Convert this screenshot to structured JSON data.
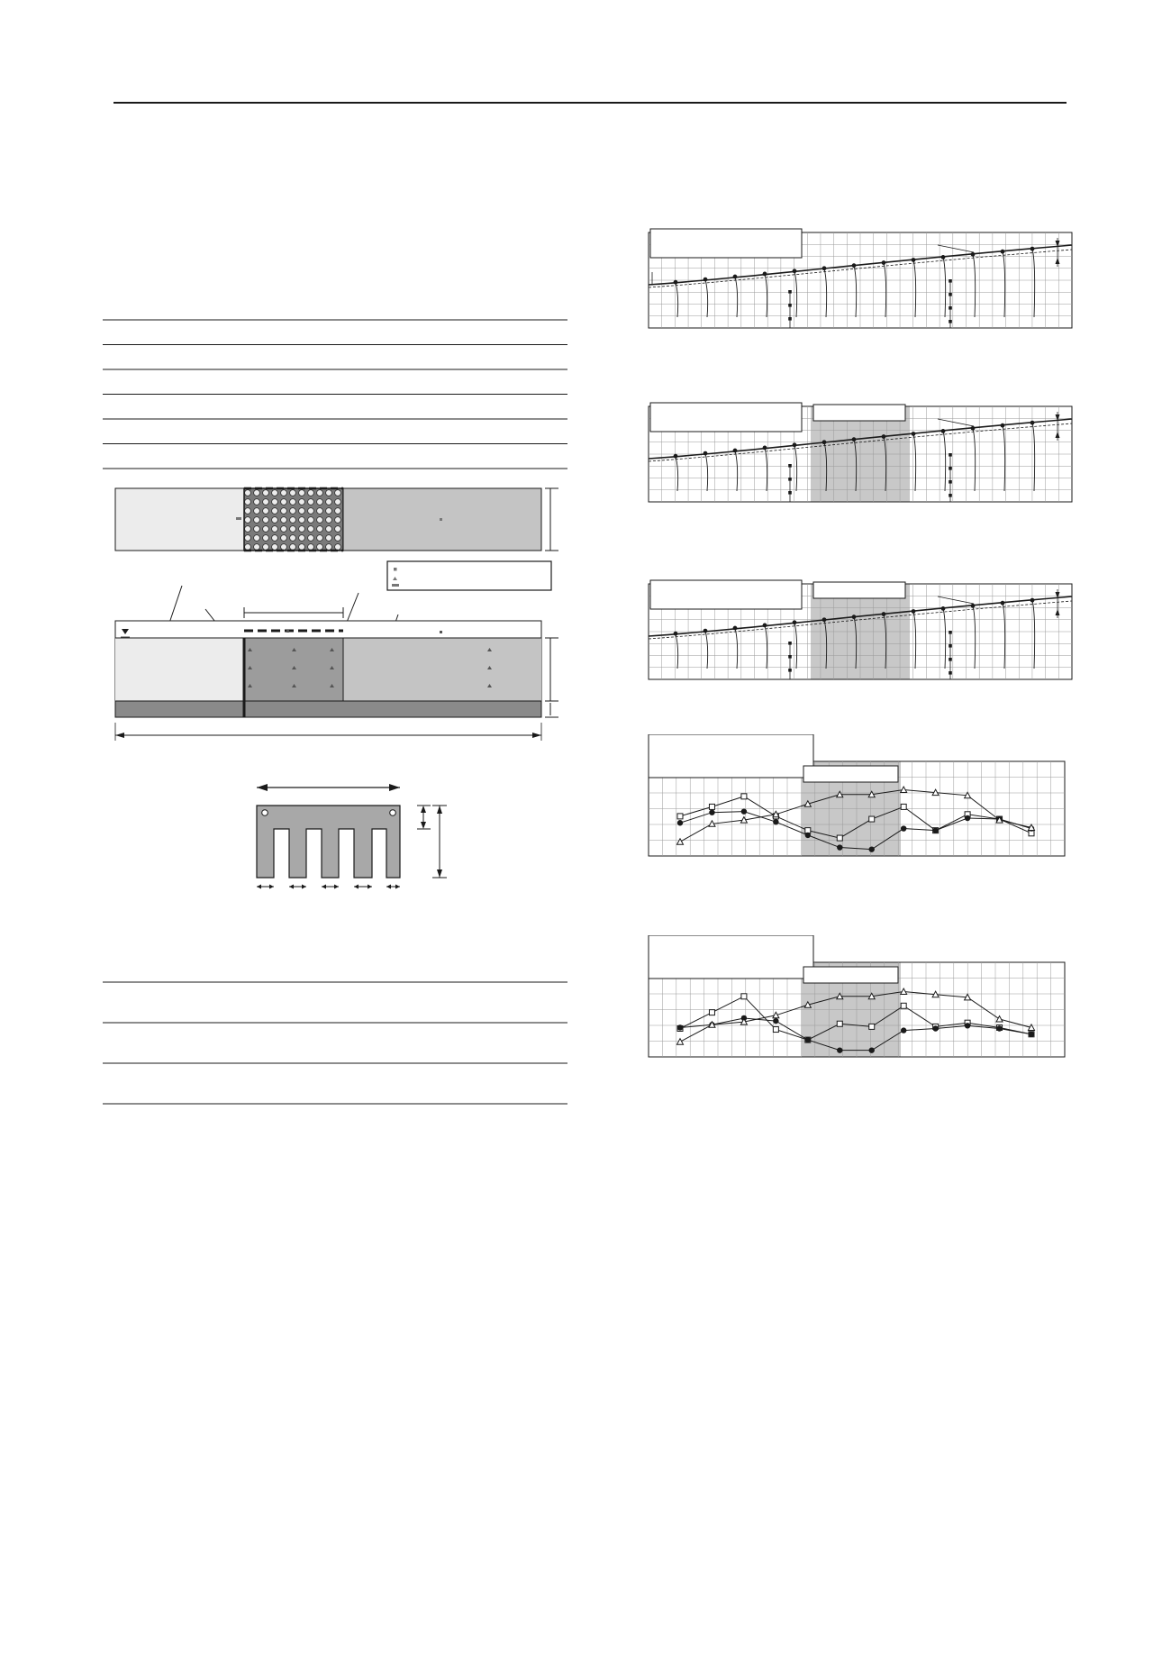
{
  "page": {
    "header_rule_color": "#1a1a1a"
  },
  "table_top": {
    "rows": 6
  },
  "table_bottom": {
    "rows": 3
  },
  "colors": {
    "ink": "#1a1a1a",
    "light_soil": "#ececec",
    "mid_soil": "#c4c4c4",
    "dark_soil": "#9c9c9c",
    "base_layer": "#8a8a8a",
    "panel_shade": "#c8c8c8",
    "grid": "#9a9a9a"
  },
  "panels_right": [
    {
      "id": "panel-1",
      "shaded": false,
      "type": "profile"
    },
    {
      "id": "panel-2",
      "shaded": true,
      "type": "profile"
    },
    {
      "id": "panel-3",
      "shaded": true,
      "type": "profile"
    },
    {
      "id": "panel-4",
      "shaded": true,
      "type": "line",
      "series": [
        {
          "marker": "square",
          "values": [
            0.42,
            0.52,
            0.63,
            0.42,
            0.27,
            0.19,
            0.39,
            0.52,
            0.27,
            0.44,
            0.39,
            0.24
          ]
        },
        {
          "marker": "circle",
          "values": [
            0.35,
            0.46,
            0.47,
            0.36,
            0.22,
            0.09,
            0.07,
            0.29,
            0.27,
            0.4,
            0.39,
            0.29
          ]
        },
        {
          "marker": "triangle",
          "values": [
            0.15,
            0.34,
            0.38,
            0.44,
            0.55,
            0.65,
            0.65,
            0.7,
            0.67,
            0.64,
            0.38,
            0.3
          ]
        }
      ]
    },
    {
      "id": "panel-5",
      "shaded": true,
      "type": "line",
      "series": [
        {
          "marker": "square",
          "values": [
            0.3,
            0.47,
            0.64,
            0.29,
            0.18,
            0.35,
            0.32,
            0.54,
            0.32,
            0.36,
            0.31,
            0.24
          ]
        },
        {
          "marker": "circle",
          "values": [
            0.31,
            0.34,
            0.41,
            0.38,
            0.18,
            0.07,
            0.07,
            0.28,
            0.3,
            0.33,
            0.3,
            0.24
          ]
        },
        {
          "marker": "triangle",
          "values": [
            0.16,
            0.34,
            0.37,
            0.44,
            0.55,
            0.64,
            0.64,
            0.69,
            0.66,
            0.63,
            0.4,
            0.31
          ]
        }
      ]
    }
  ]
}
